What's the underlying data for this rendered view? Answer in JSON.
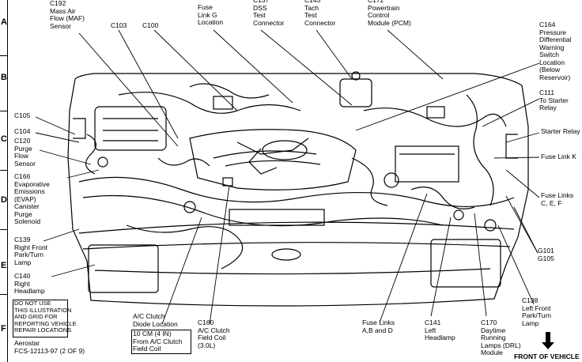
{
  "grid_letters": [
    "A",
    "B",
    "C",
    "D",
    "E",
    "F"
  ],
  "labels": {
    "c192": "C192\nMass Air\nFlow (MAF)\nSensor",
    "c103": "C103",
    "c100": "C100",
    "fuse_link_g": "Fuse\nLink G\nLocation",
    "c137": "C137\nDSS\nTest\nConnector",
    "c143": "C143\nTach\nTest\nConnector",
    "c172": "C172\nPowertrain\nControl\nModule (PCM)",
    "c164": "C164\nPressure\nDifferential\nWarning\nSwitch\nLocation\n(Below\nReservoir)",
    "c111": "C111\nTo Starter\nRelay",
    "starter_relay": "Starter Relay",
    "fuse_link_k": "Fuse Link K",
    "fuse_links_cef": "Fuse Links\nC, E, F",
    "g101": "G101\nG105",
    "c138": "C138\nLeft Front\nPark/Turn\nLamp",
    "c105": "C105",
    "c104": "C104",
    "c120": "C120\nPurge\nFlow\nSensor",
    "c166": "C166\nEvaporative\nEmissions\n(EVAP)\nCanister\nPurge\nSolenoid",
    "c139": "C139\nRight Front\nPark/Turn\nLamp",
    "c140": "C140\nRight\nHeadlamp",
    "ac_clutch_diode": "A/C Clutch\nDiode Location",
    "ac_clutch_box": "10 CM (4 IN)\nFrom A/C Clutch\nField Coil",
    "c160": "C160\nA/C Clutch\nField Coil\n(3.0L)",
    "fuse_links_abd": "Fuse Links\nA,B and D",
    "c141": "C141\nLeft\nHeadlamp",
    "c170": "C170\nDaytime\nRunning\nLamps (DRL)\nModule",
    "front_of_vehicle": "FRONT OF VEHICLE",
    "disclaimer": "DO NOT USE\nTHIS ILLUSTRATION\nAND GRID FOR\nREPORTING VEHICLE\nREPAIR LOCATIONS",
    "model": "Aerostar",
    "fcs": "FCS-12113-97 (2 OF 9)"
  }
}
